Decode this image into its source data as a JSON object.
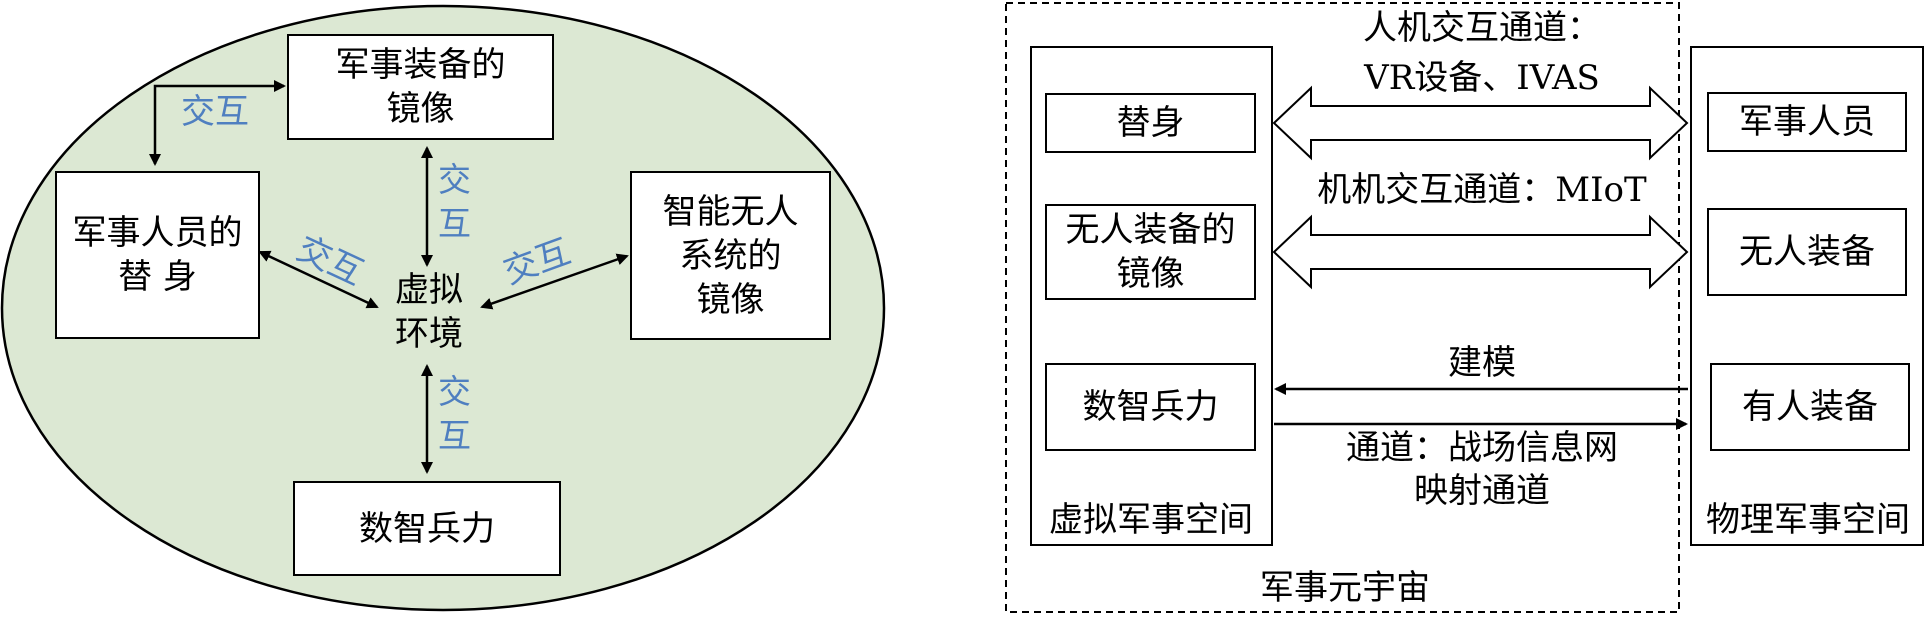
{
  "left_diagram": {
    "center_label_line1": "虚拟",
    "center_label_line2": "环境",
    "nodes": {
      "equipment_mirror": {
        "line1": "军事装备的",
        "line2": "镜像"
      },
      "personnel_avatar": {
        "line1": "军事人员的",
        "line2": "替 身"
      },
      "unmanned_mirror": {
        "line1": "智能无人",
        "line2": "系统的",
        "line3": "镜像"
      },
      "digital_force": {
        "line1": "数智兵力"
      }
    },
    "interaction_label": "交互",
    "interaction_vertical": {
      "c1": "交",
      "c2": "互"
    },
    "colors": {
      "ellipse_fill": "#dce8d3",
      "interaction_text": "#4f7fc0"
    }
  },
  "right_diagram": {
    "outer_label": "军事元宇宙",
    "virtual_space": {
      "label": "虚拟军事空间",
      "items": [
        {
          "line1": "替身"
        },
        {
          "line1": "无人装备的",
          "line2": "镜像"
        },
        {
          "line1": "数智兵力"
        }
      ]
    },
    "physical_space": {
      "label": "物理军事空间",
      "items": [
        {
          "line1": "军事人员"
        },
        {
          "line1": "无人装备"
        },
        {
          "line1": "有人装备"
        }
      ]
    },
    "channels": {
      "hci_line1": "人机交互通道：",
      "hci_line2": "VR设备、IVAS",
      "m2m": "机机交互通道：MIoT",
      "modeling": "建模",
      "mapping_line1": "通道：战场信息网",
      "mapping_line2": "映射通道"
    }
  }
}
